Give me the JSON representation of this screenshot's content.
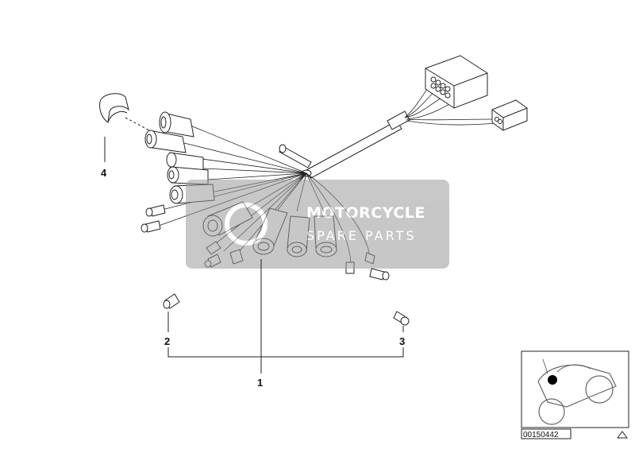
{
  "callouts": {
    "part_1": "1",
    "part_2": "2",
    "part_3": "3",
    "part_4": "4"
  },
  "watermark": {
    "title": "MOTORCYCLE",
    "subtitle": "SPARE PARTS",
    "color": "#9a9a9a"
  },
  "reference": {
    "diagram_number": "00150442"
  },
  "icons": {
    "thumbnail": "motorcycle-thumbnail-icon",
    "corner": "triangle-icon"
  }
}
